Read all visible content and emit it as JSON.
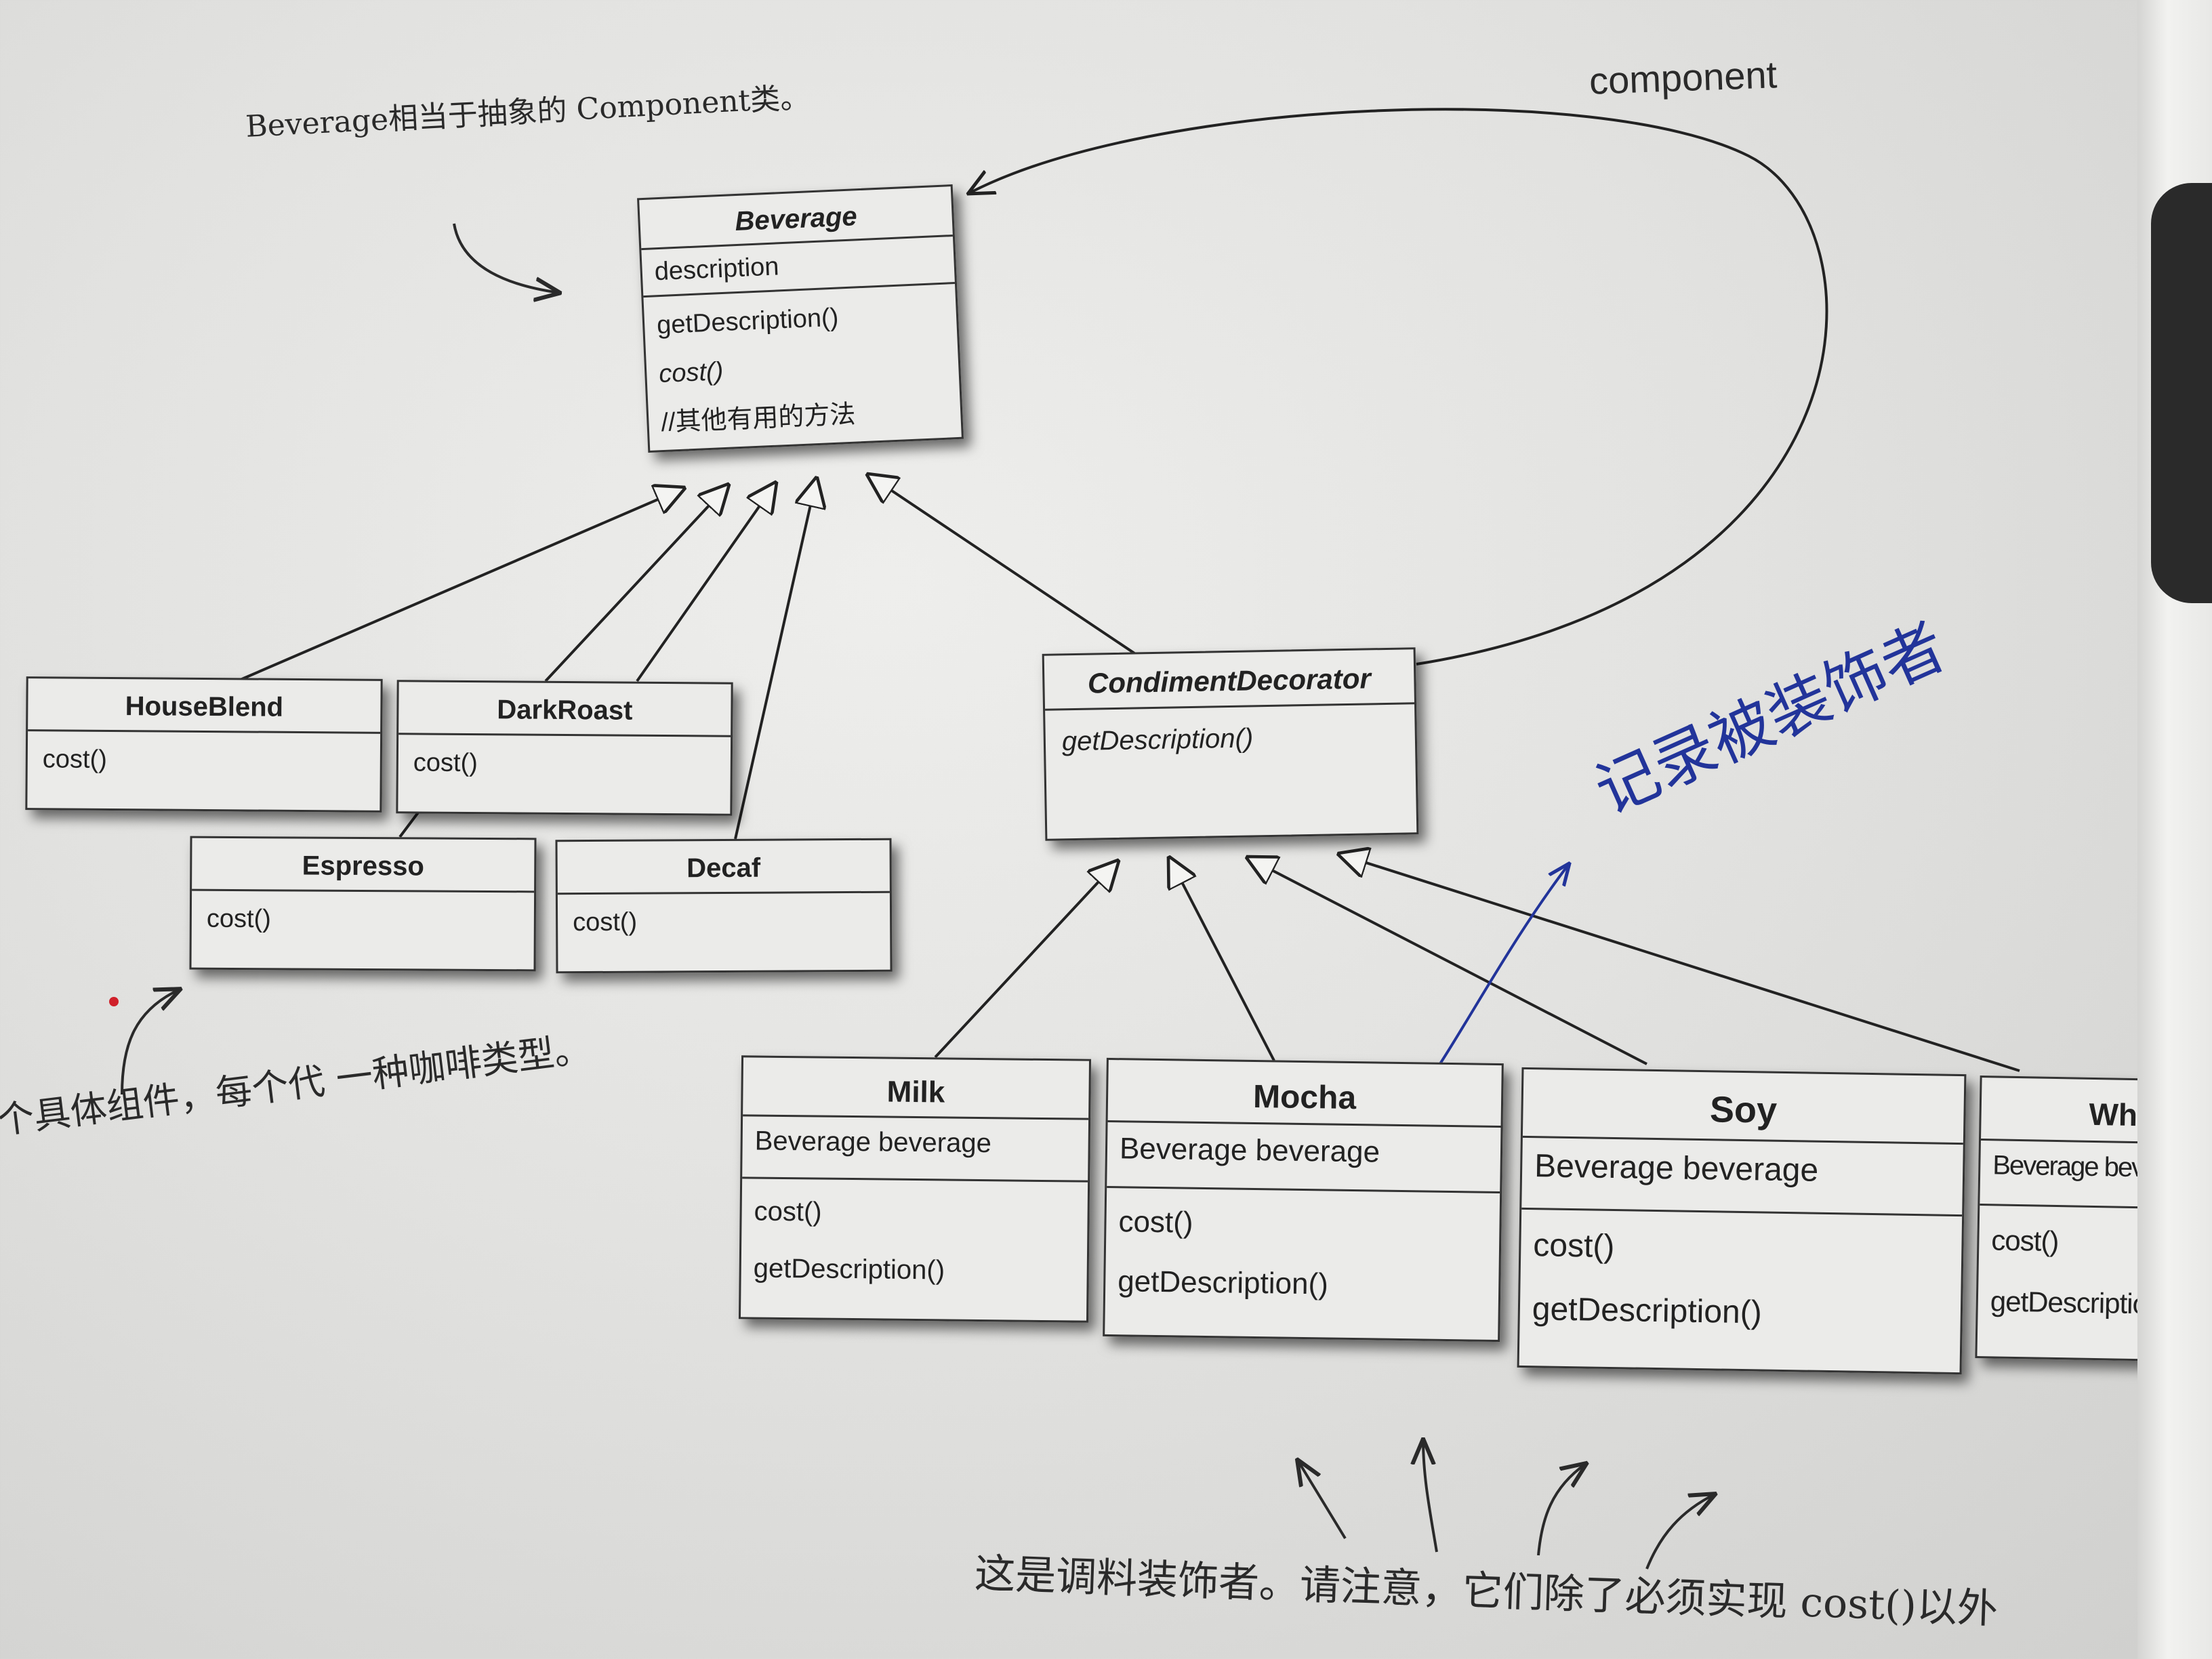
{
  "top_note": {
    "line1": "Beverage相当于抽象的",
    "line2": "Component类。"
  },
  "component_label": "component",
  "left_note": {
    "line1": "个具体组件，每个代",
    "line2": "一种咖啡类型。"
  },
  "blue_note": "记录被装饰者",
  "bottom_note": {
    "line1": "这是调料装饰者。请注意，它们除了必须实现",
    "line2": "cost()以外"
  },
  "beverage": {
    "name": "Beverage",
    "field": "description",
    "methods": [
      "getDescription()",
      "cost()",
      "//其他有用的方法"
    ]
  },
  "house_blend": {
    "name": "HouseBlend",
    "method": "cost()"
  },
  "dark_roast": {
    "name": "DarkRoast",
    "method": "cost()"
  },
  "espresso": {
    "name": "Espresso",
    "method": "cost()"
  },
  "decaf": {
    "name": "Decaf",
    "method": "cost()"
  },
  "condiment": {
    "name": "CondimentDecorator",
    "method": "getDescription()"
  },
  "milk": {
    "name": "Milk",
    "field": "Beverage beverage",
    "methods": [
      "cost()",
      "getDescription()"
    ]
  },
  "mocha": {
    "name": "Mocha",
    "field": "Beverage beverage",
    "methods": [
      "cost()",
      "getDescription()"
    ]
  },
  "soy": {
    "name": "Soy",
    "field": "Beverage beverage",
    "methods": [
      "cost()",
      "getDescription()"
    ]
  },
  "whip": {
    "name": "Whip",
    "field": "Beverage beverage",
    "methods": [
      "cost()",
      "getDescription()"
    ]
  },
  "colors": {
    "ink": "#333333",
    "box": "#ebebe9",
    "pen_blue": "#22349a",
    "red_dot": "#d0202a"
  }
}
